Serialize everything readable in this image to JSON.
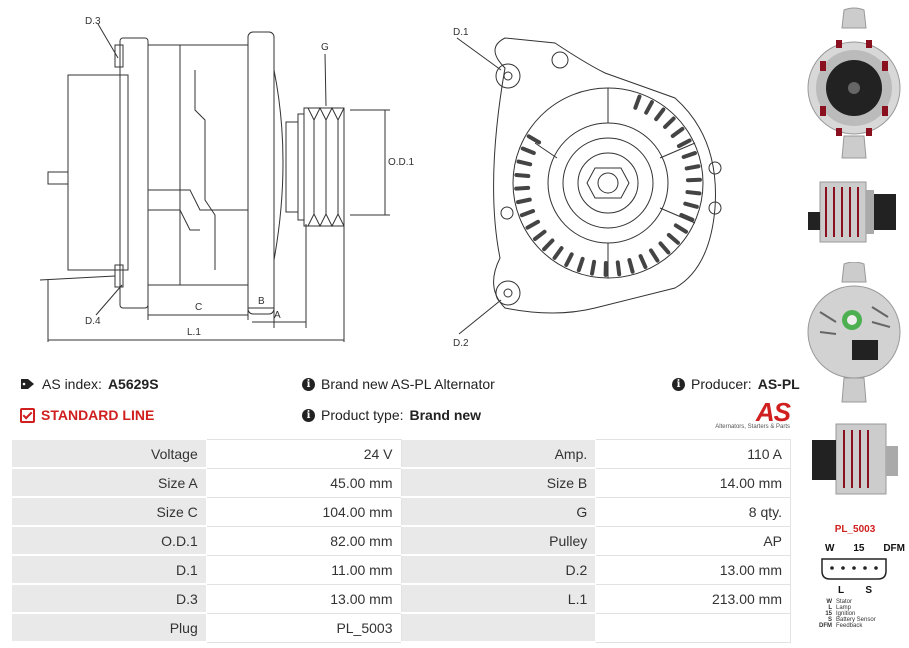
{
  "drawing": {
    "side_labels": {
      "d3": "D.3",
      "g": "G",
      "od1": "O.D.1",
      "d4": "D.4",
      "c": "C",
      "b": "B",
      "a": "A",
      "l1": "L.1"
    },
    "front_labels": {
      "d1": "D.1",
      "d2": "D.2"
    }
  },
  "info": {
    "as_index_label": "AS index:",
    "as_index_value": "A5629S",
    "brand_label": "Brand new AS-PL Alternator",
    "producer_label": "Producer:",
    "producer_value": "AS-PL",
    "standard_line": "STANDARD LINE",
    "product_type_label": "Product type:",
    "product_type_value": "Brand new"
  },
  "logo": {
    "mark": "AS",
    "tagline": "Alternators, Starters & Parts"
  },
  "specs": [
    {
      "k1": "Voltage",
      "v1": "24 V",
      "k2": "Amp.",
      "v2": "110 A"
    },
    {
      "k1": "Size A",
      "v1": "45.00 mm",
      "k2": "Size B",
      "v2": "14.00 mm"
    },
    {
      "k1": "Size C",
      "v1": "104.00 mm",
      "k2": "G",
      "v2": "8 qty."
    },
    {
      "k1": "O.D.1",
      "v1": "82.00 mm",
      "k2": "Pulley",
      "v2": "AP"
    },
    {
      "k1": "D.1",
      "v1": "11.00 mm",
      "k2": "D.2",
      "v2": "13.00 mm"
    },
    {
      "k1": "D.3",
      "v1": "13.00 mm",
      "k2": "L.1",
      "v2": "213.00 mm"
    },
    {
      "k1": "Plug",
      "v1": "PL_5003",
      "k2": "",
      "v2": ""
    }
  ],
  "plug": {
    "title": "PL_5003",
    "top_pins": [
      "W",
      "15",
      "DFM"
    ],
    "bottom_pins": [
      "L",
      "S"
    ],
    "legend": [
      {
        "code": "W",
        "text": "Stator"
      },
      {
        "code": "L",
        "text": "Lamp"
      },
      {
        "code": "15",
        "text": "Ignition"
      },
      {
        "code": "S",
        "text": "Battery Sensor"
      },
      {
        "code": "DFM",
        "text": "Feedback"
      }
    ]
  },
  "colors": {
    "accent": "#d01f1f",
    "table_key_bg": "#e9e9e9"
  }
}
